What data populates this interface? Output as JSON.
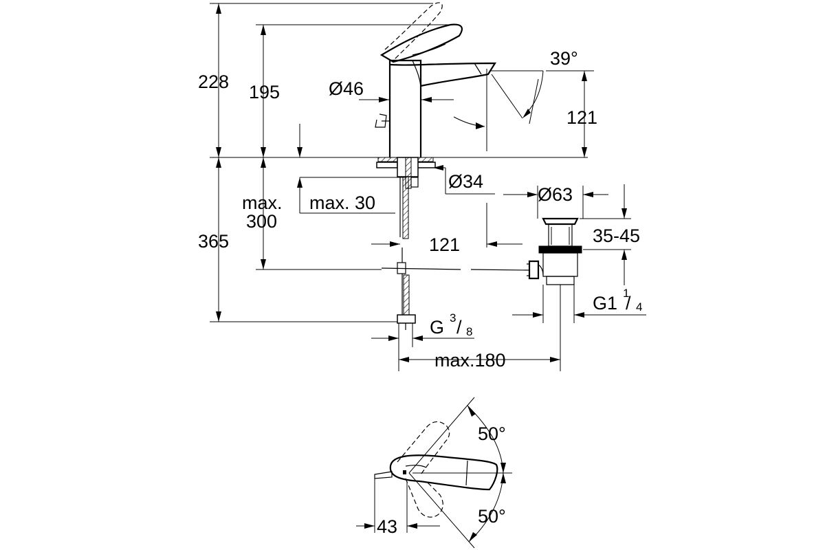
{
  "dimensions": {
    "total_height": "228",
    "spout_height": "195",
    "body_diameter": "Ø46",
    "spout_angle": "39°",
    "spout_reach_height": "121",
    "mount_hole_diameter": "Ø34",
    "max_deck": "max. 30",
    "max_300_line1": "max.",
    "max_300_line2": "300",
    "below_deck": "365",
    "spout_reach": "121",
    "waste_diameter": "Ø63",
    "waste_range": "35-45",
    "waste_thread_main": "G1",
    "waste_thread_num": "1",
    "waste_thread_den": "4",
    "supply_thread_main": "G",
    "supply_thread_num": "3",
    "supply_thread_den": "8",
    "max_180": "max.180",
    "lever_angle_top": "50°",
    "lever_angle_bottom": "50°",
    "plan_offset": "43"
  }
}
